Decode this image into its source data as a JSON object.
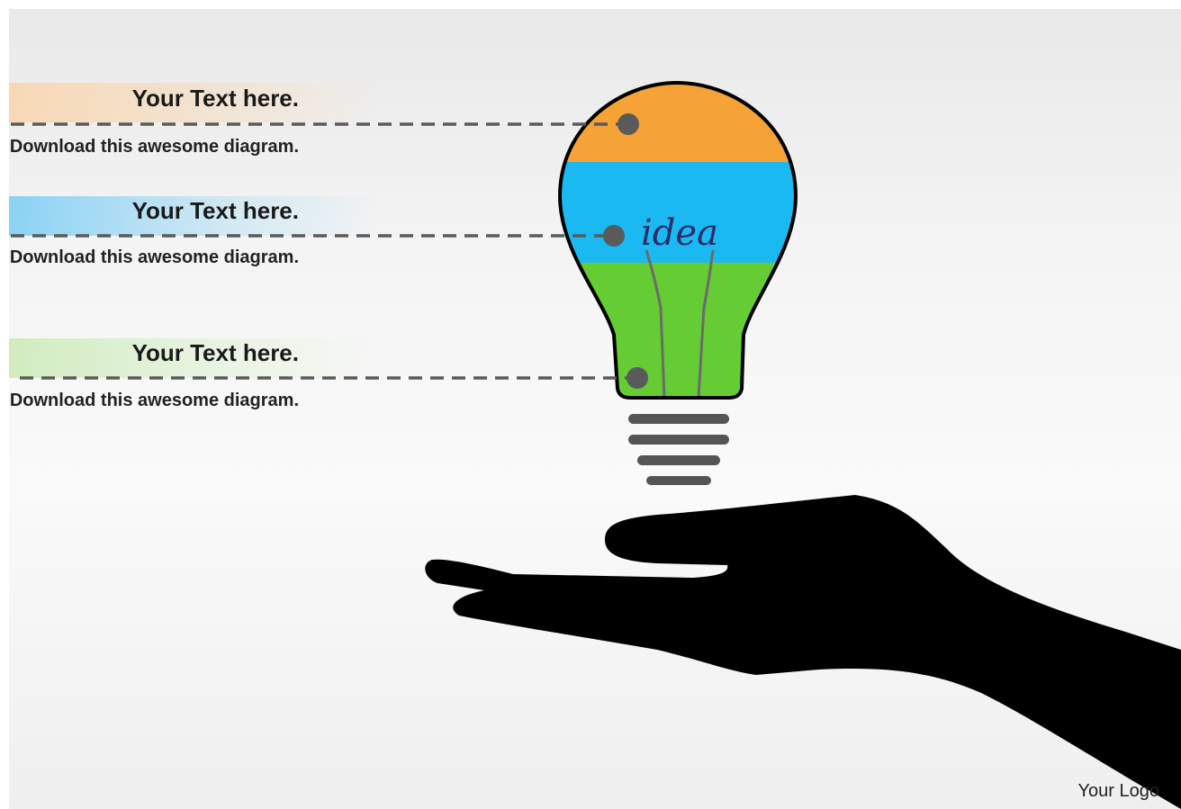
{
  "items": [
    {
      "heading": "Your Text here.",
      "body": "Download this awesome diagram.",
      "color": "#f5a236"
    },
    {
      "heading": "Your Text here.",
      "body": "Download this awesome diagram.",
      "color": "#1ab9f2"
    },
    {
      "heading": "Your Text here.",
      "body": "Download this awesome diagram.",
      "color": "#66cc33"
    }
  ],
  "bulb": {
    "label": "idea"
  },
  "logo": "Your Logo",
  "colors": {
    "orange": "#f5a236",
    "blue": "#1ab9f2",
    "green": "#66cc33",
    "connector": "#5a5a5a",
    "hand": "#000000"
  }
}
